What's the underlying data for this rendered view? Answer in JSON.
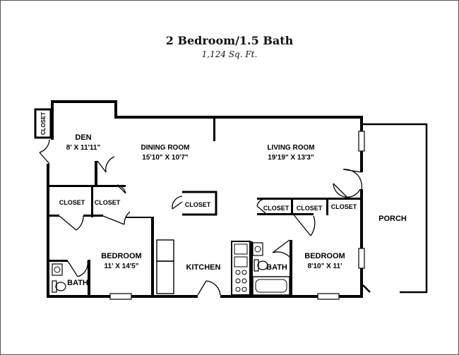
{
  "header": {
    "title": "2 Bedroom/1.5 Bath",
    "area": "1,124 Sq. Ft."
  },
  "rooms": {
    "den": {
      "name": "DEN",
      "dims": "8' X 11'11\""
    },
    "dining": {
      "name": "DINING ROOM",
      "dims": "15'10\" X 10'7\""
    },
    "living": {
      "name": "LIVING ROOM",
      "dims": "19'19\" X 13'3\""
    },
    "bedroom1": {
      "name": "BEDROOM",
      "dims": "11' X 14'5\""
    },
    "bedroom2": {
      "name": "BEDROOM",
      "dims": "8'10\" X 11'"
    },
    "kitchen": {
      "name": "KITCHEN"
    },
    "bath1": {
      "name": "BATH"
    },
    "bath2": {
      "name": "BATH"
    },
    "porch": {
      "name": "PORCH"
    }
  },
  "closets": {
    "den_closet": "CLOSET",
    "closet_a": "CLOSET",
    "closet_b": "CLOSET",
    "closet_center": "CLOSET",
    "closet_r1": "CLOSET",
    "closet_r2": "CLOSET",
    "closet_r3": "CLOSET"
  }
}
